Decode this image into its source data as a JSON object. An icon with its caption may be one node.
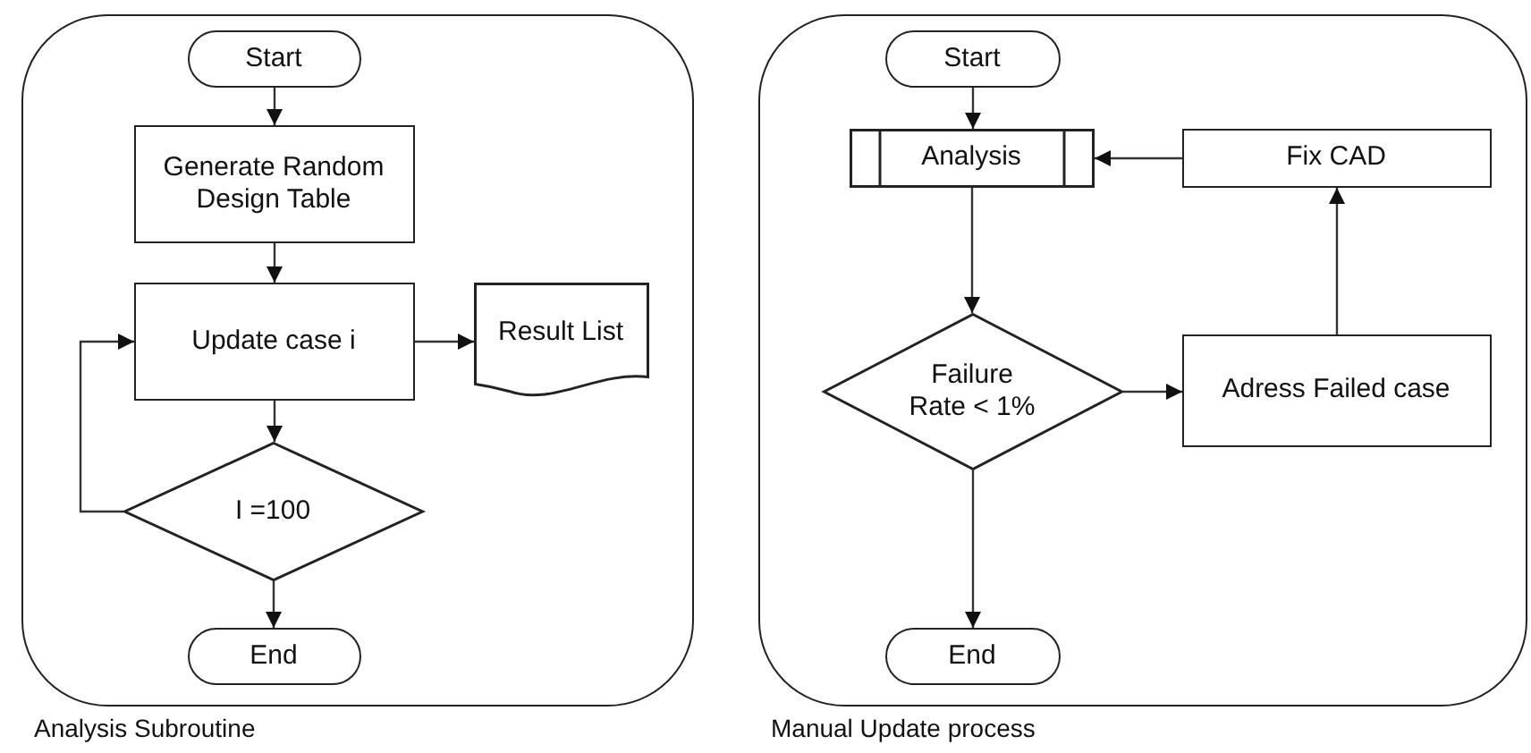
{
  "diagram": {
    "nodes": [
      {
        "text": [
          "Analysis Subroutine"
        ]
      },
      {
        "text": [
          "Start"
        ],
        "in": 0
      },
      {
        "text": [
          "Generate Random Design Table"
        ],
        "in": 0
      },
      {
        "text": [
          "Update case i"
        ],
        "in": 0
      },
      {
        "text": [
          "Result List"
        ],
        "in": 0
      },
      {
        "text": [
          "I =100"
        ],
        "in": 0
      },
      {
        "text": [
          "End"
        ],
        "in": 0
      },
      {
        "text": [
          "Manual Update process"
        ]
      },
      {
        "text": [
          "Start"
        ],
        "in": 7
      },
      {
        "text": [
          "Analysis"
        ],
        "in": 7
      },
      {
        "text": [
          "Fix CAD"
        ],
        "in": 7
      },
      {
        "text": [
          "Failure Rate < 1%"
        ],
        "in": 7
      },
      {
        "text": [
          "Adress Failed case"
        ],
        "in": 7
      },
      {
        "text": [
          "End"
        ],
        "in": 7
      }
    ],
    "edges": [
      {
        "from": 1,
        "to": 2,
        "arrow": "to"
      },
      {
        "from": 2,
        "to": 3,
        "arrow": "to"
      },
      {
        "from": 3,
        "to": 4,
        "arrow": "to"
      },
      {
        "from": 3,
        "to": 5,
        "arrow": "to"
      },
      {
        "from": 5,
        "to": 3,
        "arrow": "to"
      },
      {
        "from": 5,
        "to": 6,
        "arrow": "to"
      },
      {
        "from": 8,
        "to": 9,
        "arrow": "to"
      },
      {
        "from": 9,
        "to": 11,
        "arrow": "to"
      },
      {
        "from": 11,
        "to": 12,
        "arrow": "to"
      },
      {
        "from": 12,
        "to": 10,
        "arrow": "to"
      },
      {
        "from": 10,
        "to": 9,
        "arrow": "to"
      },
      {
        "from": 11,
        "to": 13,
        "arrow": "to"
      }
    ]
  }
}
